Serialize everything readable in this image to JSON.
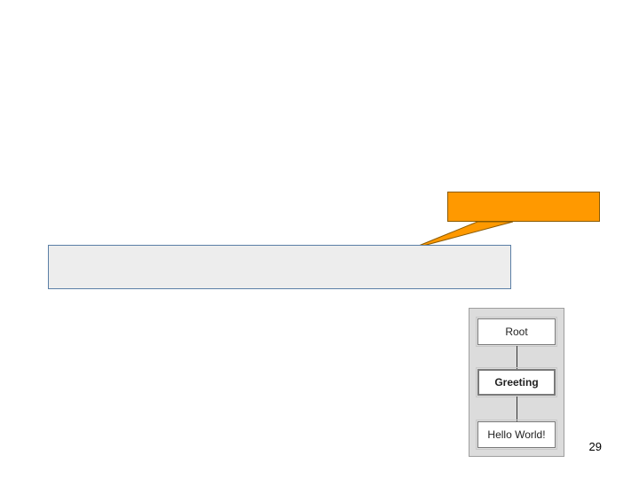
{
  "colors": {
    "callout_fill": "#ff9900",
    "code_panel_fill": "#ededed",
    "code_panel_border": "#5b7fa6"
  },
  "callout": {
    "text": ""
  },
  "code_panel": {
    "text": ""
  },
  "tree": {
    "nodes": [
      {
        "label": "Root",
        "bold": false
      },
      {
        "label": "Greeting",
        "bold": true
      },
      {
        "label": "Hello World!",
        "bold": false
      }
    ]
  },
  "page_number": "29"
}
